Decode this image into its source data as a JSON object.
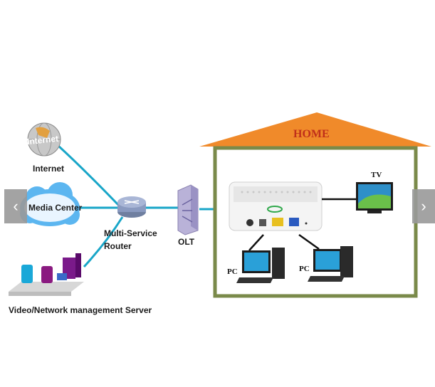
{
  "labels": {
    "internet": "Internet",
    "internet_globe": "Internet",
    "media_center": "Media Center",
    "router": "Multi-Service\nRouter",
    "router_line1": "Multi-Service",
    "router_line2": "Router",
    "olt": "OLT",
    "server": "Video/Network management Server",
    "home": "HOME",
    "tv": "TV",
    "pc_left": "PC",
    "pc_right": "PC"
  },
  "nav": {
    "prev_icon": "chevron-left-icon",
    "next_icon": "chevron-right-icon",
    "prev_glyph": "‹",
    "next_glyph": "›"
  },
  "colors": {
    "roof": "#f08a2a",
    "home_text": "#c0301a",
    "house_border": "#7a8a4a",
    "link_line": "#19a6c8",
    "cloud": "#3aa0e8"
  }
}
